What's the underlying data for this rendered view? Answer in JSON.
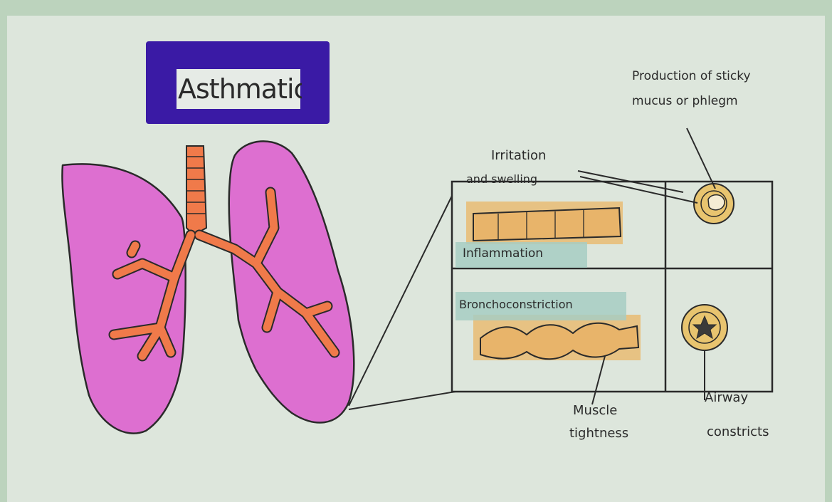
{
  "title": "Asthmatic",
  "labels": {
    "production_line1": "Production of sticky",
    "production_line2": "mucus or phlegm",
    "irritation_line1": "Irritation",
    "irritation_line2": "and swelling",
    "inflammation": "Inflammation",
    "bronchoconstriction": "Bronchoconstriction",
    "muscle_line1": "Muscle",
    "muscle_line2": "tightness",
    "airway_line1": "Airway",
    "airway_line2": "constricts"
  },
  "colors": {
    "title_box": "#3a1aa5",
    "lung": "#dd6fd0",
    "bronchi": "#f07a4a",
    "airway_tube": "#eab565",
    "highlight": "#a7ccc3"
  }
}
